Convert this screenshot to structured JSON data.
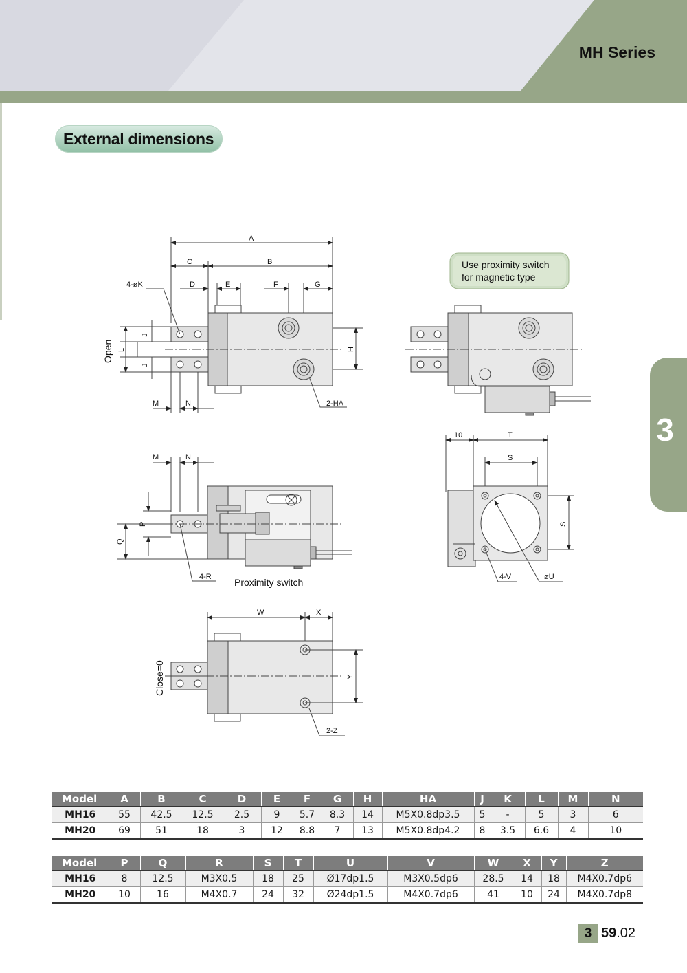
{
  "header": {
    "series_title": "MH Series",
    "colors": {
      "band_light": "#e2e3ea",
      "band_green": "#97a688",
      "accent": "#8fbfa5"
    }
  },
  "section": {
    "title": "External dimensions"
  },
  "side_tab": {
    "chapter": "3"
  },
  "drawing": {
    "callout": {
      "line1": "Use proximity switch",
      "line2": "for magnetic type"
    },
    "labels": {
      "A": "A",
      "B": "B",
      "C": "C",
      "D": "D",
      "E": "E",
      "F": "F",
      "G": "G",
      "H": "H",
      "K": "4-øK",
      "J": "J",
      "L": "L",
      "M": "M",
      "N": "N",
      "HA": "2-HA",
      "open": "Open",
      "P": "P",
      "Q": "Q",
      "R": "4-R",
      "prox": "Proximity switch",
      "ten": "10",
      "T": "T",
      "S": "S",
      "V": "4-V",
      "U": "øU",
      "W": "W",
      "X": "X",
      "Y": "Y",
      "Z": "2-Z",
      "close": "Close=0"
    }
  },
  "table1": {
    "headers": [
      "Model",
      "A",
      "B",
      "C",
      "D",
      "E",
      "F",
      "G",
      "H",
      "HA",
      "J",
      "K",
      "L",
      "M",
      "N"
    ],
    "rows": [
      [
        "MH16",
        "55",
        "42.5",
        "12.5",
        "2.5",
        "9",
        "5.7",
        "8.3",
        "14",
        "M5X0.8dp3.5",
        "5",
        "-",
        "5",
        "3",
        "6"
      ],
      [
        "MH20",
        "69",
        "51",
        "18",
        "3",
        "12",
        "8.8",
        "7",
        "13",
        "M5X0.8dp4.2",
        "8",
        "3.5",
        "6.6",
        "4",
        "10"
      ]
    ]
  },
  "table2": {
    "headers": [
      "Model",
      "P",
      "Q",
      "R",
      "S",
      "T",
      "U",
      "V",
      "W",
      "X",
      "Y",
      "Z"
    ],
    "rows": [
      [
        "MH16",
        "8",
        "12.5",
        "M3X0.5",
        "18",
        "25",
        "Ø17dp1.5",
        "M3X0.5dp6",
        "28.5",
        "14",
        "18",
        "M4X0.7dp6"
      ],
      [
        "MH20",
        "10",
        "16",
        "M4X0.7",
        "24",
        "32",
        "Ø24dp1.5",
        "M4X0.7dp6",
        "41",
        "10",
        "24",
        "M4X0.7dp8"
      ]
    ]
  },
  "page": {
    "chapter": "3",
    "number": "59",
    "sub": ".02"
  }
}
